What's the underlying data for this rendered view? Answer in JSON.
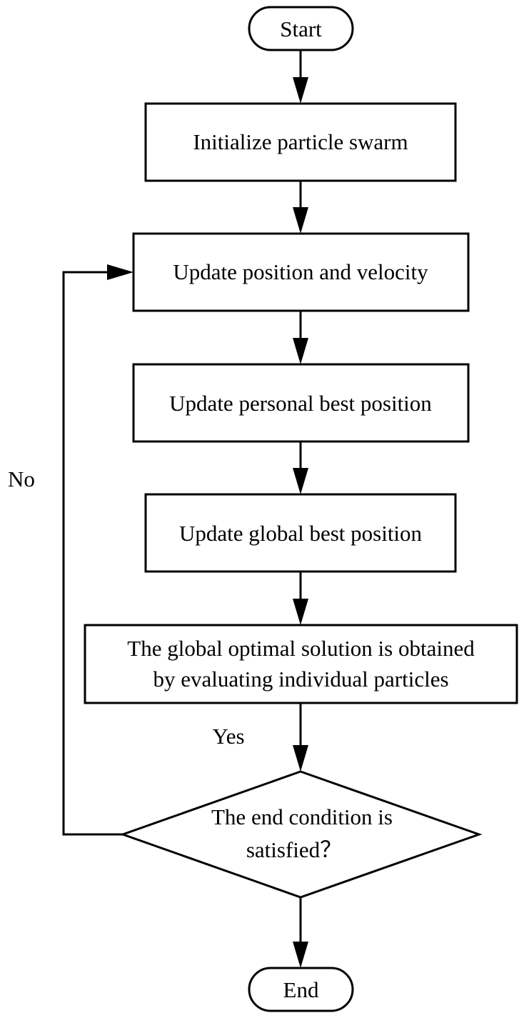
{
  "nodes": {
    "start": {
      "lines": [
        "Start"
      ]
    },
    "init": {
      "lines": [
        "Initialize particle swarm"
      ]
    },
    "update_pos_vel": {
      "lines": [
        "Update position and velocity"
      ]
    },
    "update_pbest": {
      "lines": [
        "Update personal best position"
      ]
    },
    "update_gbest": {
      "lines": [
        "Update global best position"
      ]
    },
    "evaluate": {
      "lines": [
        "The global optimal solution is obtained",
        "by evaluating individual particles"
      ]
    },
    "decision": {
      "lines": [
        "The end condition is",
        "satisfied？"
      ]
    },
    "end": {
      "lines": [
        "End"
      ]
    }
  },
  "edge_labels": {
    "yes": "Yes",
    "no": "No"
  }
}
